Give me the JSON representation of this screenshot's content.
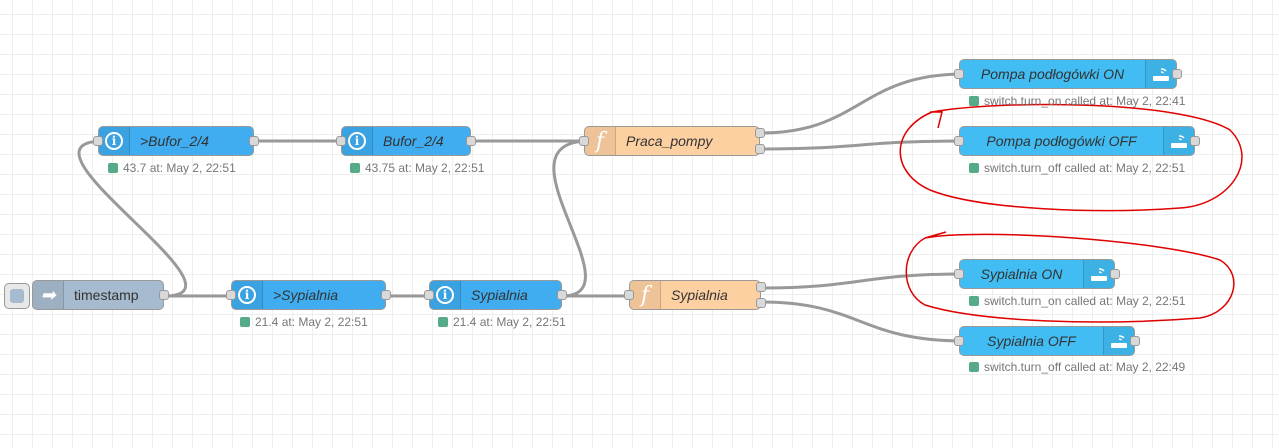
{
  "colors": {
    "info_node": "#3fadf0",
    "function_node": "#fdd0a2",
    "inject_node": "#a6bbcf",
    "service_node": "#41bdf3",
    "wire": "#999999",
    "status_dot": "#55aa88",
    "annotation": "#e00000"
  },
  "icons": {
    "info": "info-circle-icon",
    "function": "function-icon",
    "inject": "arrow-right-icon",
    "service": "router-wifi-icon"
  },
  "nodes": {
    "bufor_in": {
      "label": ">Bufor_2/4",
      "status": "43.7 at: May 2, 22:51"
    },
    "bufor": {
      "label": "Bufor_2/4",
      "status": "43.75 at: May 2, 22:51"
    },
    "praca_pompy": {
      "label": "Praca_pompy"
    },
    "pompa_on": {
      "label": "Pompa podłogówki ON",
      "status": "switch.turn_on called at: May 2, 22:41"
    },
    "pompa_off": {
      "label": "Pompa podłogówki OFF",
      "status": "switch.turn_off called at: May 2, 22:51"
    },
    "timestamp": {
      "label": "timestamp"
    },
    "sypialnia_in": {
      "label": ">Sypialnia",
      "status": "21.4 at: May 2, 22:51"
    },
    "sypialnia_state": {
      "label": "Sypialnia",
      "status": "21.4 at: May 2, 22:51"
    },
    "sypialnia_fn": {
      "label": "Sypialnia"
    },
    "sypialnia_on": {
      "label": "Sypialnia ON",
      "status": "switch.turn_on called at: May 2, 22:51"
    },
    "sypialnia_off": {
      "label": "Sypialnia OFF",
      "status": "switch.turn_off called at: May 2, 22:49"
    }
  }
}
